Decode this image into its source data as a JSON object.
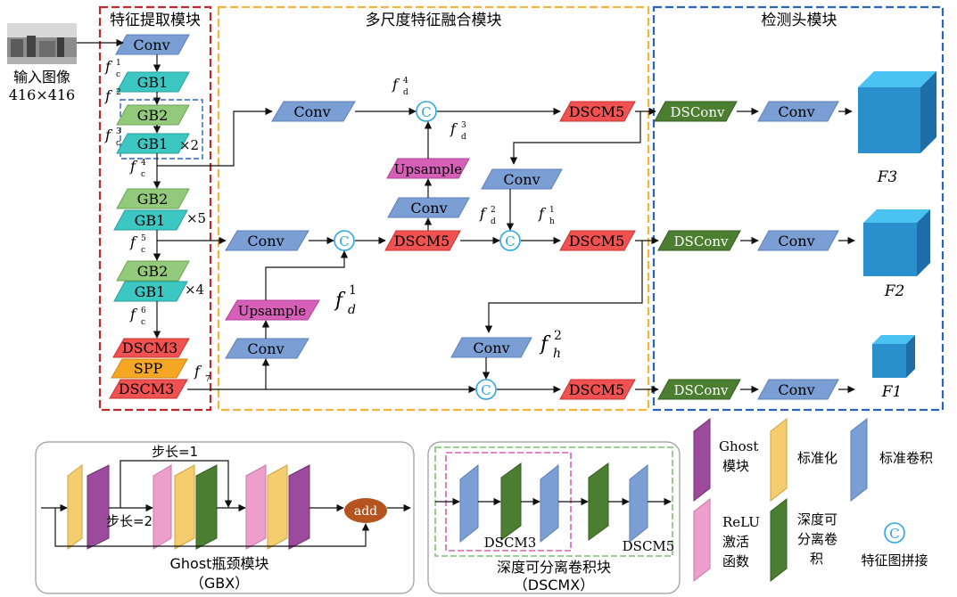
{
  "input": {
    "label_line1": "输入图像",
    "label_line2": "416×416"
  },
  "sections": {
    "feature_extraction": "特征提取模块",
    "fusion": "多尺度特征融合模块",
    "head": "检测头模块"
  },
  "blocks": {
    "conv": "Conv",
    "gb1": "GB1",
    "gb2": "GB2",
    "dscm3": "DSCM3",
    "dscm5": "DSCM5",
    "spp": "SPP",
    "upsample": "Upsample",
    "dsconv": "DSConv",
    "concat": "C",
    "add": "add"
  },
  "multipliers": {
    "x2": "×2",
    "x5": "×5",
    "x4": "×4"
  },
  "feature_labels": {
    "f": "f",
    "c": "c",
    "d": "d",
    "h": "h",
    "n1": "1",
    "n2": "2",
    "n3": "3",
    "n4": "4",
    "n5": "5",
    "n6": "6",
    "n7": "7"
  },
  "outputs": {
    "f3": "F3",
    "f2": "F2",
    "f1": "F1"
  },
  "ghost_module": {
    "title": "Ghost瓶颈模块",
    "subtitle": "（GBX）",
    "stride1": "步长=1",
    "stride2": "步长=2"
  },
  "dscm_module": {
    "title": "深度可分离卷积块",
    "subtitle": "（DSCMX）",
    "inner3": "DSCM3",
    "inner5": "DSCM5"
  },
  "legend": {
    "ghost_line1": "Ghost",
    "ghost_line2": "模块",
    "norm": "标准化",
    "std_conv": "标准卷积",
    "relu_line1": "ReLU",
    "relu_line2": "激活",
    "relu_line3": "函数",
    "dw_line1": "深度可",
    "dw_line2": "分离卷",
    "dw_line3": "积",
    "concat_label": "特征图拼接"
  },
  "colors": {
    "conv": "#7b9fd4",
    "gb1": "#3dc7c3",
    "gb2": "#93c97a",
    "dscm": "#ef5250",
    "spp": "#f5a623",
    "upsample": "#d660b8",
    "dsconv": "#4c7e32",
    "cube": "#2c8fce",
    "red_frame": "#c0292b",
    "orange_frame": "#f3b43c",
    "blue_frame": "#2a64c0",
    "concat": "#2aa6e0",
    "add": "#b5541e"
  }
}
